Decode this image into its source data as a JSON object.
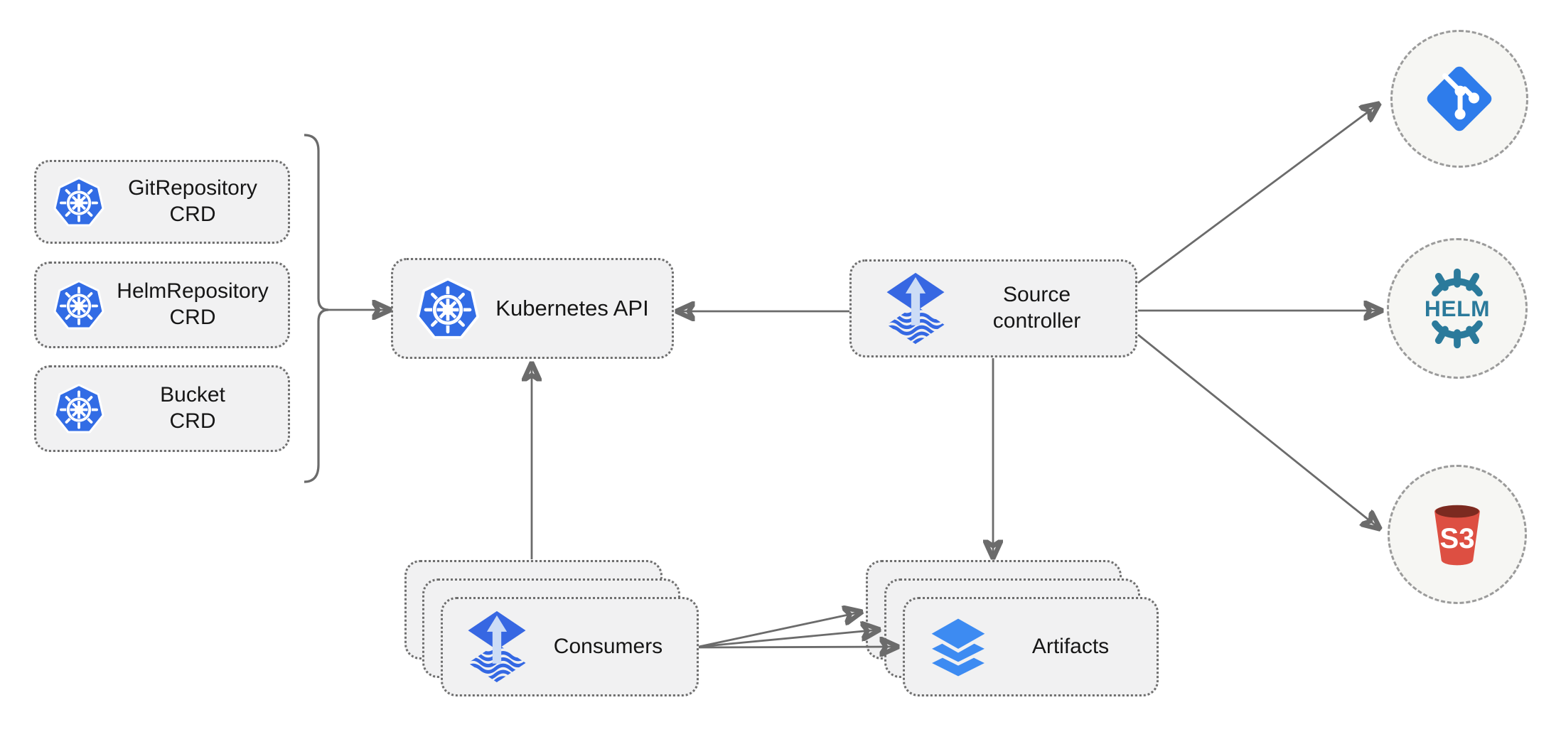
{
  "crd_boxes": [
    {
      "line1": "GitRepository",
      "line2": "CRD"
    },
    {
      "line1": "HelmRepository",
      "line2": "CRD"
    },
    {
      "line1": "Bucket",
      "line2": "CRD"
    }
  ],
  "kubernetes_api": {
    "label": "Kubernetes API"
  },
  "source_controller": {
    "line1": "Source",
    "line2": "controller"
  },
  "consumers": {
    "label": "Consumers"
  },
  "artifacts": {
    "label": "Artifacts"
  },
  "external_sources": {
    "helm_label": "HELM",
    "s3_label": "S3"
  },
  "colors": {
    "kubernetes_blue": "#326ce5",
    "flux_blue": "#3767e2",
    "flux_arrow_light": "#ccdcf6",
    "git_blue": "#2e7ceb",
    "helm_teal": "#2b7a9b",
    "s3_red": "#dd4f42",
    "s3_dark_red": "#7c2a20",
    "layers_blue": "#3d8bf2",
    "line_gray": "#6b6b6b",
    "box_fill": "#f1f1f2",
    "circle_fill": "#f6f6f3"
  }
}
